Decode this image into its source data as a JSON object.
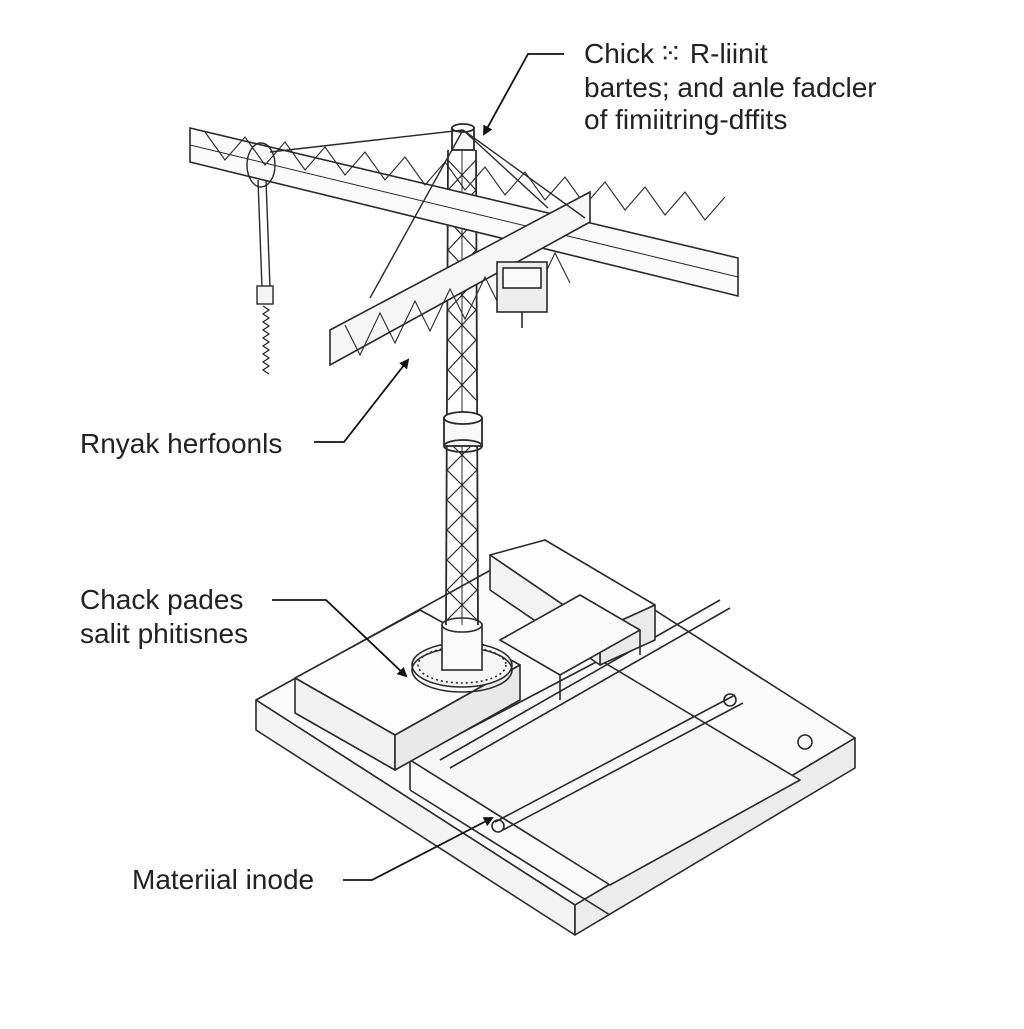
{
  "colors": {
    "line": "#2a2a2a",
    "background": "#ffffff",
    "text": "#222222"
  },
  "callouts": {
    "top": {
      "lines": [
        "Chick ⁙ R-liinit",
        "bartes; and anle fadcler",
        "of fimiitring-dffits"
      ]
    },
    "mid": {
      "text": "Rnyak herfoonls"
    },
    "low": {
      "lines": [
        "Chack pades",
        "salit phitisnes"
      ]
    },
    "bottom": {
      "text": "Materiial inode"
    }
  }
}
